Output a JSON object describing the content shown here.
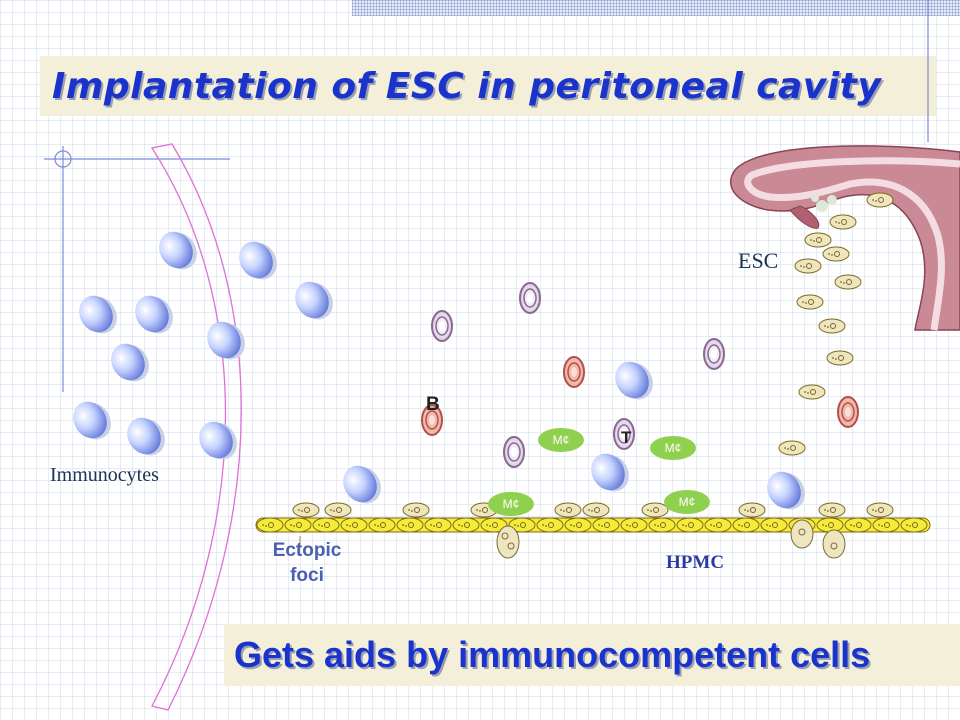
{
  "title": "Implantation of ESC in peritoneal cavity",
  "footer_caption": "Gets aids by immunocompetent cells",
  "labels": {
    "immunocytes": "Immunocytes",
    "esc": "ESC",
    "hpmc": "HPMC",
    "ectopic_line1": "Ectopic",
    "ectopic_line2": "foci",
    "b_cell": "B",
    "t_cell": "T",
    "macrophage": "M¢"
  },
  "colors": {
    "title_text": "#1a33cc",
    "caption_band": "#f3efd9",
    "immunocyte": "#8fa6ee",
    "macrophage": "#8fd14f",
    "hpmc_cell": "#f5ec3a",
    "uterus": "#c98a95"
  }
}
